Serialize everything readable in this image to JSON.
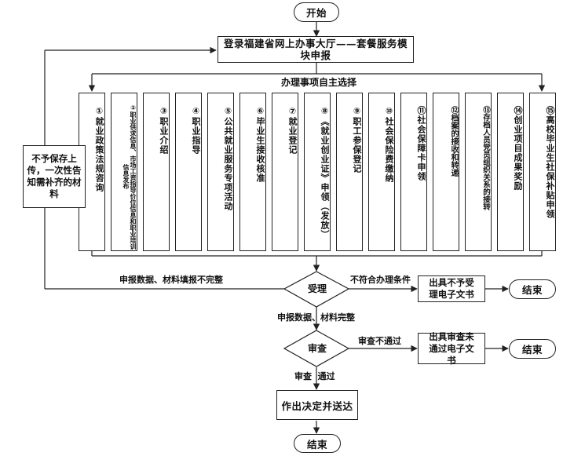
{
  "start": "开始",
  "login": "登录福建省网上办事大厅——套餐服务模块申报",
  "choose": "办理事项自主选择",
  "items": [
    "①就业政策法规咨询",
    "②职业供求信息、市场工资指导价位信息和职业培训信息发布",
    "③职业介绍",
    "④职业指导",
    "⑤公共就业服务专项活动",
    "⑥毕业生接收核准",
    "⑦就业登记",
    "⑧《就业创业证》申领（发放）",
    "⑨职工参保登记",
    "⑩社会保险费缴纳",
    "⑪社会保障卡申领",
    "⑫档案的接收和转递",
    "⑬存档人员党员组织关系的接转",
    "⑭创业项目成果奖励",
    "⑮高校毕业生社保补贴申领"
  ],
  "side_box": "不予保存上传，一次性告知需补齐的材料",
  "incomplete_label": "申报数据、材料填报不完整",
  "accept": "受理",
  "not_meet_label": "不符合办理条件",
  "reject_doc": "出具不予受理电子文书",
  "end1": "结束",
  "complete_label": "申报数据、材料完整",
  "review": "审查",
  "review_fail_label": "审查不通过",
  "review_fail_doc": "出具审查未通过电子文书",
  "end2": "结束",
  "review_pass_label": "审查  通过",
  "decision": "作出决定并送达",
  "end3": "结束"
}
